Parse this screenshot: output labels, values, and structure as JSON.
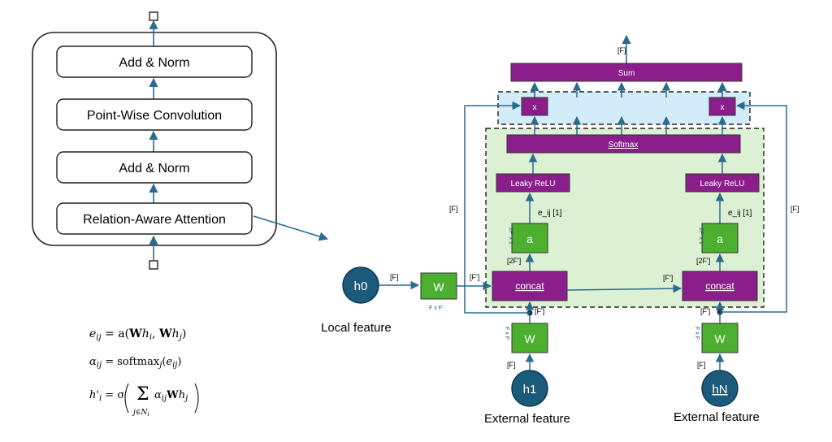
{
  "encoder": {
    "blocks": [
      "Add & Norm",
      "Point-Wise Convolution",
      "Add & Norm",
      "Relation-Aware Attention"
    ]
  },
  "equations": {
    "eq1": "e_ij = a(W h_i, W h_j)",
    "eq2": "α_ij = softmax_j(e_ij)",
    "eq3": "h'_i = σ( Σ_{j∈N_i} α_ij W h_j )"
  },
  "attention": {
    "sum": "Sum",
    "multiply": "x",
    "softmax": "Softmax",
    "leaky_relu": "Leaky ReLU",
    "a": "a",
    "concat": "concat",
    "w": "W",
    "eij": "e_ij [1]",
    "dim_f": "[F]",
    "dim_fp": "[F']",
    "dim_2fp": "[2F']",
    "dim_fxfp": "F x F'",
    "dim_2fpx1": "2F' x 1"
  },
  "nodes": {
    "h0": "h0",
    "h1": "h1",
    "hn": "hN",
    "local_label": "Local feature",
    "external_label": "External feature"
  },
  "colors": {
    "purple": "#8b1e8b",
    "green": "#4caf2f",
    "node": "#1b5a7a",
    "arrow": "#2a6b8f",
    "blue_region": "#d2ecfa",
    "green_region": "#dcf0d4"
  }
}
